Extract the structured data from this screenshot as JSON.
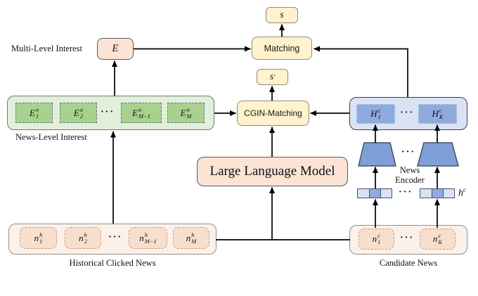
{
  "labels": {
    "multi_level_interest": "Multi-Level Interest",
    "news_level_interest": "News-Level Interest",
    "historical_clicked_news": "Historical Clicked News",
    "candidate_news": "Candidate News",
    "news_encoder_line1": "News",
    "news_encoder_line2": "Encoder"
  },
  "nodes": {
    "score": {
      "base": "s"
    },
    "score_prime": {
      "base": "s",
      "sup": "′"
    },
    "matching": {
      "label": "Matching"
    },
    "cgin_matching": {
      "label": "CGIN-Matching"
    },
    "llm": {
      "label": "Large Language Model"
    },
    "multi_level_embedding": {
      "base": "E"
    },
    "hc": {
      "base": "h",
      "sup": "c"
    }
  },
  "dots": "···",
  "news_level_boxes": [
    {
      "base": "E",
      "sup": "n",
      "sub": "1"
    },
    {
      "base": "E",
      "sup": "n",
      "sub": "2"
    },
    {
      "base": "E",
      "sup": "n",
      "sub": "M−1"
    },
    {
      "base": "E",
      "sup": "n",
      "sub": "M"
    }
  ],
  "candidate_hidden_boxes": [
    {
      "base": "H",
      "sup": "c",
      "sub": "1"
    },
    {
      "base": "H",
      "sup": "c",
      "sub": "K"
    }
  ],
  "historical_news_boxes": [
    {
      "base": "n",
      "sup": "h",
      "sub": "1"
    },
    {
      "base": "n",
      "sup": "h",
      "sub": "2"
    },
    {
      "base": "n",
      "sup": "h",
      "sub": "M−1"
    },
    {
      "base": "n",
      "sup": "h",
      "sub": "M"
    }
  ],
  "candidate_news_boxes": [
    {
      "base": "n",
      "sup": "c",
      "sub": "1"
    },
    {
      "base": "n",
      "sup": "c",
      "sub": "K"
    }
  ],
  "colors": {
    "peach_fill": "#fbe3d5",
    "peach_border": "#5a5a5a",
    "yellow_fill": "#fff2cc",
    "yellow_border": "#8c8c7a",
    "green_container_fill": "#e2efda",
    "green_container_border": "#767676",
    "green_box_fill": "#a9d18e",
    "green_box_border": "#64778d",
    "blue_container_fill": "#dae3f3",
    "blue_container_border": "#3f3f3f",
    "blue_box_fill": "#8faadc",
    "blue_box_border": "#bdcdea",
    "trapezoid_fill": "#7f9fd6",
    "trapezoid_border": "#44546a",
    "light_container_fill": "#fcf1e9",
    "light_container_border": "#8f8f8f",
    "light_box_fill": "#f8dfcd",
    "light_box_border": "#bf9e86",
    "bar_light_fill": "#d9e2f3",
    "bar_dark_fill": "#8faadc",
    "bar_border": "#44546a",
    "arrow_color": "#000000"
  }
}
